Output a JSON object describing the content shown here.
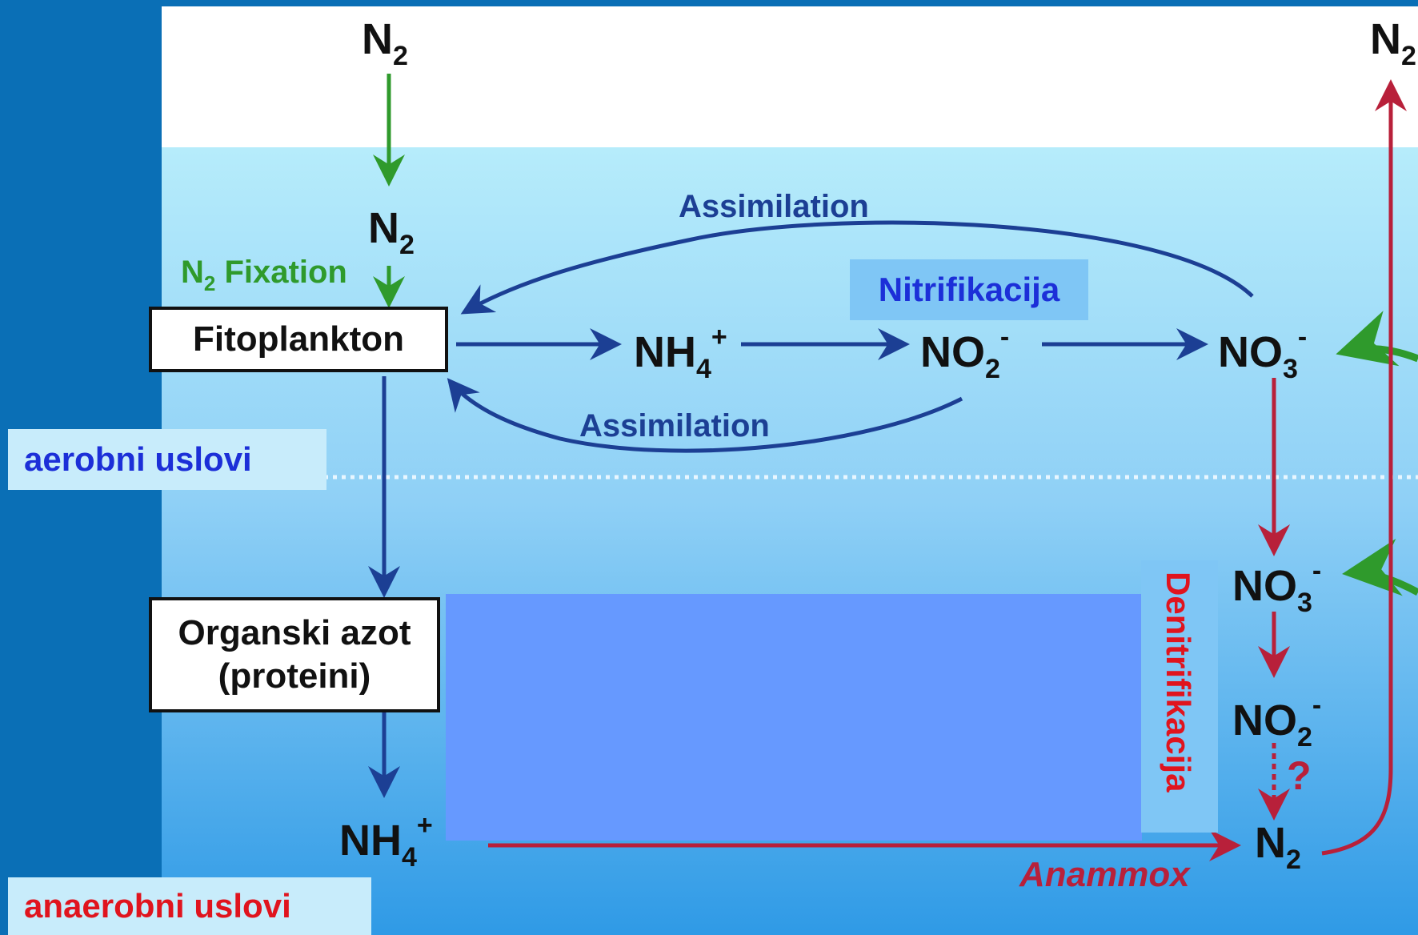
{
  "diagram": {
    "species": {
      "n2_atm_left": {
        "base": "N",
        "sub": "2"
      },
      "n2_atm_right": {
        "base": "N",
        "sub": "2"
      },
      "n2_dissolved": {
        "base": "N",
        "sub": "2"
      },
      "nh4_upper": {
        "base": "NH",
        "sub": "4",
        "sup": "+"
      },
      "no2_upper": {
        "base": "NO",
        "sub": "2",
        "sup": "-"
      },
      "no3_upper": {
        "base": "NO",
        "sub": "3",
        "sup": "-"
      },
      "no3_lower": {
        "base": "NO",
        "sub": "3",
        "sup": "-"
      },
      "no2_lower": {
        "base": "NO",
        "sub": "2",
        "sup": "-"
      },
      "n2_lower": {
        "base": "N",
        "sub": "2"
      },
      "nh4_lower": {
        "base": "NH",
        "sub": "4",
        "sup": "+"
      }
    },
    "processes": {
      "assimilation_top": "Assimilation",
      "assimilation_bottom": "Assimilation",
      "n2_fixation": {
        "base": "N",
        "sub": "2",
        "rest": " Fixation"
      },
      "anammox": "Anammox",
      "question_mark": "?"
    },
    "boxes": {
      "fitoplankton": "Fitoplankton",
      "organic_line1": "Organski azot",
      "organic_line2": "(proteini)"
    },
    "overlays": {
      "nitrifikacija": "Nitrifikacija",
      "denitrifikacija": "Denitrifikacija",
      "aerobic": "aerobni uslovi",
      "anaerobic": "anaerobni uslovi"
    },
    "colors": {
      "frame_blue": "#0a6fb6",
      "arrow_blue": "#1c3f94",
      "arrow_green": "#2f9a2c",
      "arrow_red": "#b8203a",
      "label_blue": "#1c2fd8",
      "label_red": "#e0141e",
      "cover_block": "#6699ff"
    }
  }
}
